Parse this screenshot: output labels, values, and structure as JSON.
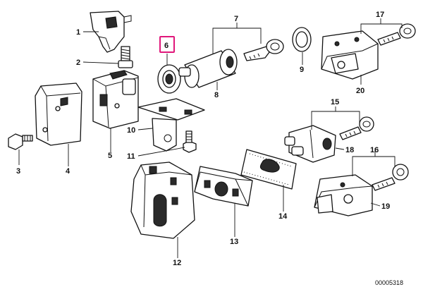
{
  "diagram": {
    "highlighted_part": "6",
    "highlight_color": "#e0177a",
    "document_number": "00005318",
    "callouts": [
      "1",
      "2",
      "3",
      "4",
      "5",
      "6",
      "7",
      "8",
      "9",
      "10",
      "11",
      "12",
      "13",
      "14",
      "15",
      "16",
      "17",
      "18",
      "19",
      "20"
    ]
  }
}
